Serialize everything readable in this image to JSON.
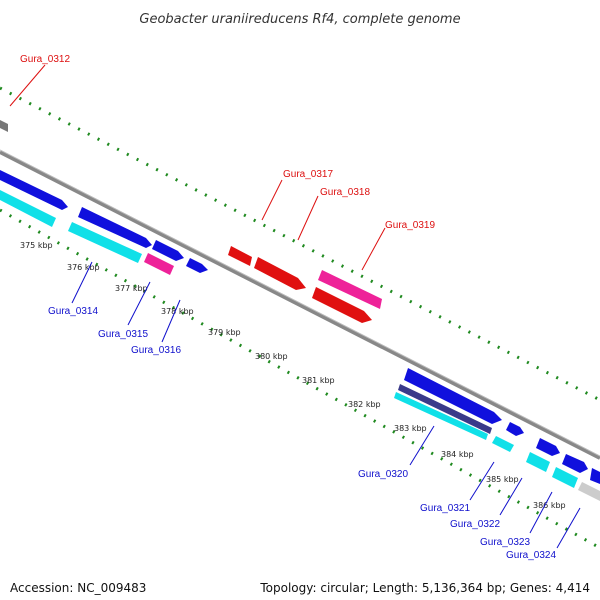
{
  "header": {
    "title": "Geobacter uraniireducens Rf4, complete genome"
  },
  "footer": {
    "accession": "Accession: NC_009483",
    "topology": "Topology: circular; Length: 5,136,364 bp; Genes: 4,414"
  },
  "colors": {
    "forward_gene": "#1010dd",
    "forward_gene_light": "#10e0e8",
    "reverse_gene": "#e01010",
    "reverse_gene_pink": "#ee2299",
    "backbone": "#888888",
    "tick": "#208a20",
    "label_forward": "#1010cc",
    "label_reverse": "#dd1010"
  },
  "kbp_labels": [
    "375 kbp",
    "376 kbp",
    "377 kbp",
    "378 kbp",
    "379 kbp",
    "380 kbp",
    "381 kbp",
    "382 kbp",
    "383 kbp",
    "384 kbp",
    "385 kbp",
    "386 kbp"
  ],
  "gene_labels_reverse": [
    "Gura_0312",
    "Gura_0317",
    "Gura_0318",
    "Gura_0319"
  ],
  "gene_labels_forward": [
    "Gura_0314",
    "Gura_0315",
    "Gura_0316",
    "Gura_0320",
    "Gura_0321",
    "Gura_0322",
    "Gura_0323",
    "Gura_0324"
  ]
}
